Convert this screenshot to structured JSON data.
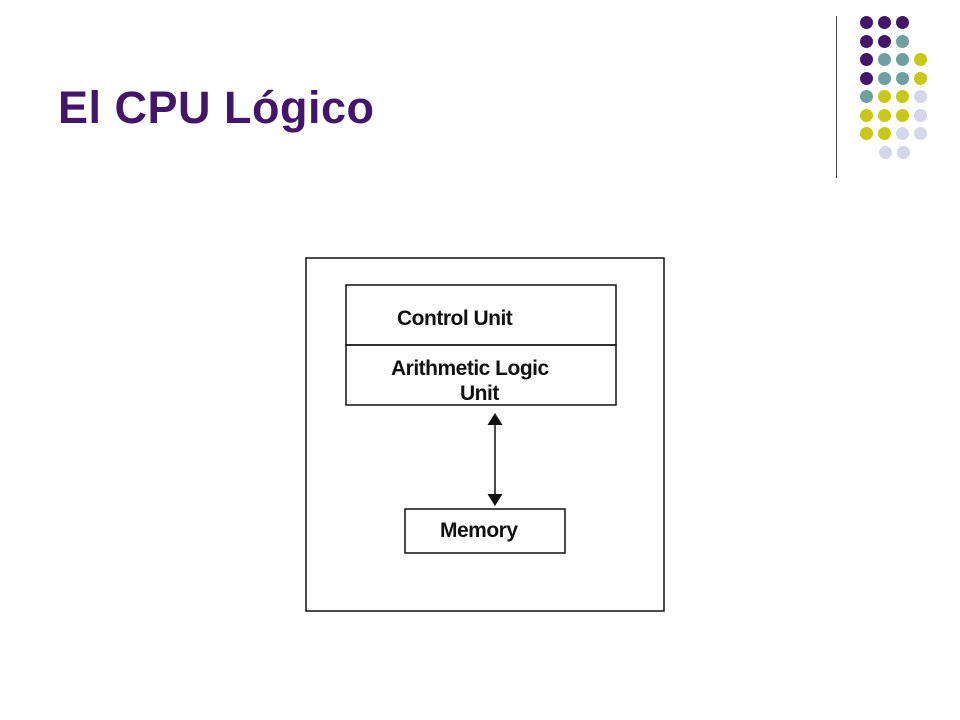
{
  "slide": {
    "title": "El CPU Lógico"
  },
  "theme": {
    "title_color": "#44166a",
    "dot_colors": {
      "purple": "#44166a",
      "teal": "#6fa0a0",
      "lime": "#c8c818",
      "lavender": "#d6d6ea"
    },
    "dot_rows": [
      [
        "purple",
        "purple",
        "purple"
      ],
      [
        "purple",
        "purple",
        "teal"
      ],
      [
        "purple",
        "teal",
        "teal",
        "lime"
      ],
      [
        "purple",
        "teal",
        "teal",
        "lime"
      ],
      [
        "teal",
        "lime",
        "lime",
        "lavender"
      ],
      [
        "lime",
        "lime",
        "lime",
        "lavender"
      ],
      [
        "lime",
        "lime",
        "lavender",
        "lavender"
      ],
      [
        "lavender",
        "lavender"
      ]
    ]
  },
  "diagram": {
    "control_unit": "Control Unit",
    "alu_line1": "Arithmetic Logic",
    "alu_line2": "Unit",
    "memory": "Memory"
  }
}
